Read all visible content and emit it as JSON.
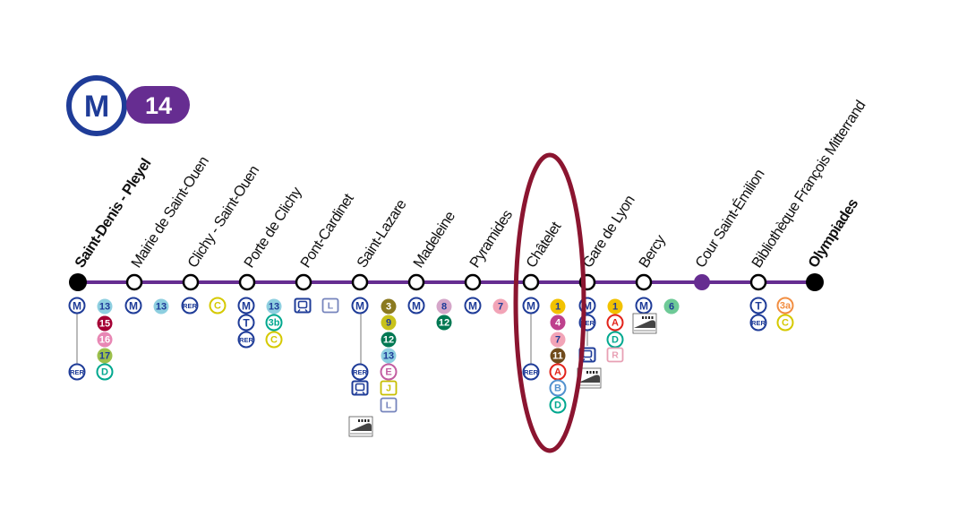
{
  "header": {
    "metro_letter": "M",
    "line_number": "14"
  },
  "colors": {
    "line": "#662D91",
    "metro_blue": "#1F3C98",
    "highlight": "#8B1530",
    "terminus": "#000000"
  },
  "stations": [
    {
      "name": "Saint-Denis - Pleyel",
      "terminus": true
    },
    {
      "name": "Mairie de Saint-Ouen"
    },
    {
      "name": "Clichy - Saint-Ouen"
    },
    {
      "name": "Porte de Clichy"
    },
    {
      "name": "Pont-Cardinet"
    },
    {
      "name": "Saint-Lazare"
    },
    {
      "name": "Madeleine"
    },
    {
      "name": "Pyramides"
    },
    {
      "name": "Châtelet",
      "highlighted": true
    },
    {
      "name": "Gare de Lyon"
    },
    {
      "name": "Bercy"
    },
    {
      "name": "Cour Saint-Émilion",
      "filled": true
    },
    {
      "name": "Bibliothèque François Mitterrand"
    },
    {
      "name": "Olympiades",
      "terminus": true
    }
  ],
  "badges": {
    "M": "M",
    "T": "T",
    "RER": "RER",
    "m13": "13",
    "m15": "15",
    "m16": "16",
    "m17": "17",
    "m3": "3",
    "m9": "9",
    "m12": "12",
    "m8": "8",
    "m7": "7",
    "m1": "1",
    "m4": "4",
    "m11": "11",
    "m6": "6",
    "rC": "C",
    "rD": "D",
    "rE": "E",
    "rA": "A",
    "rB": "B",
    "t3b": "3b",
    "t3a": "3a",
    "tL": "L",
    "tJ": "J",
    "tR": "R"
  }
}
